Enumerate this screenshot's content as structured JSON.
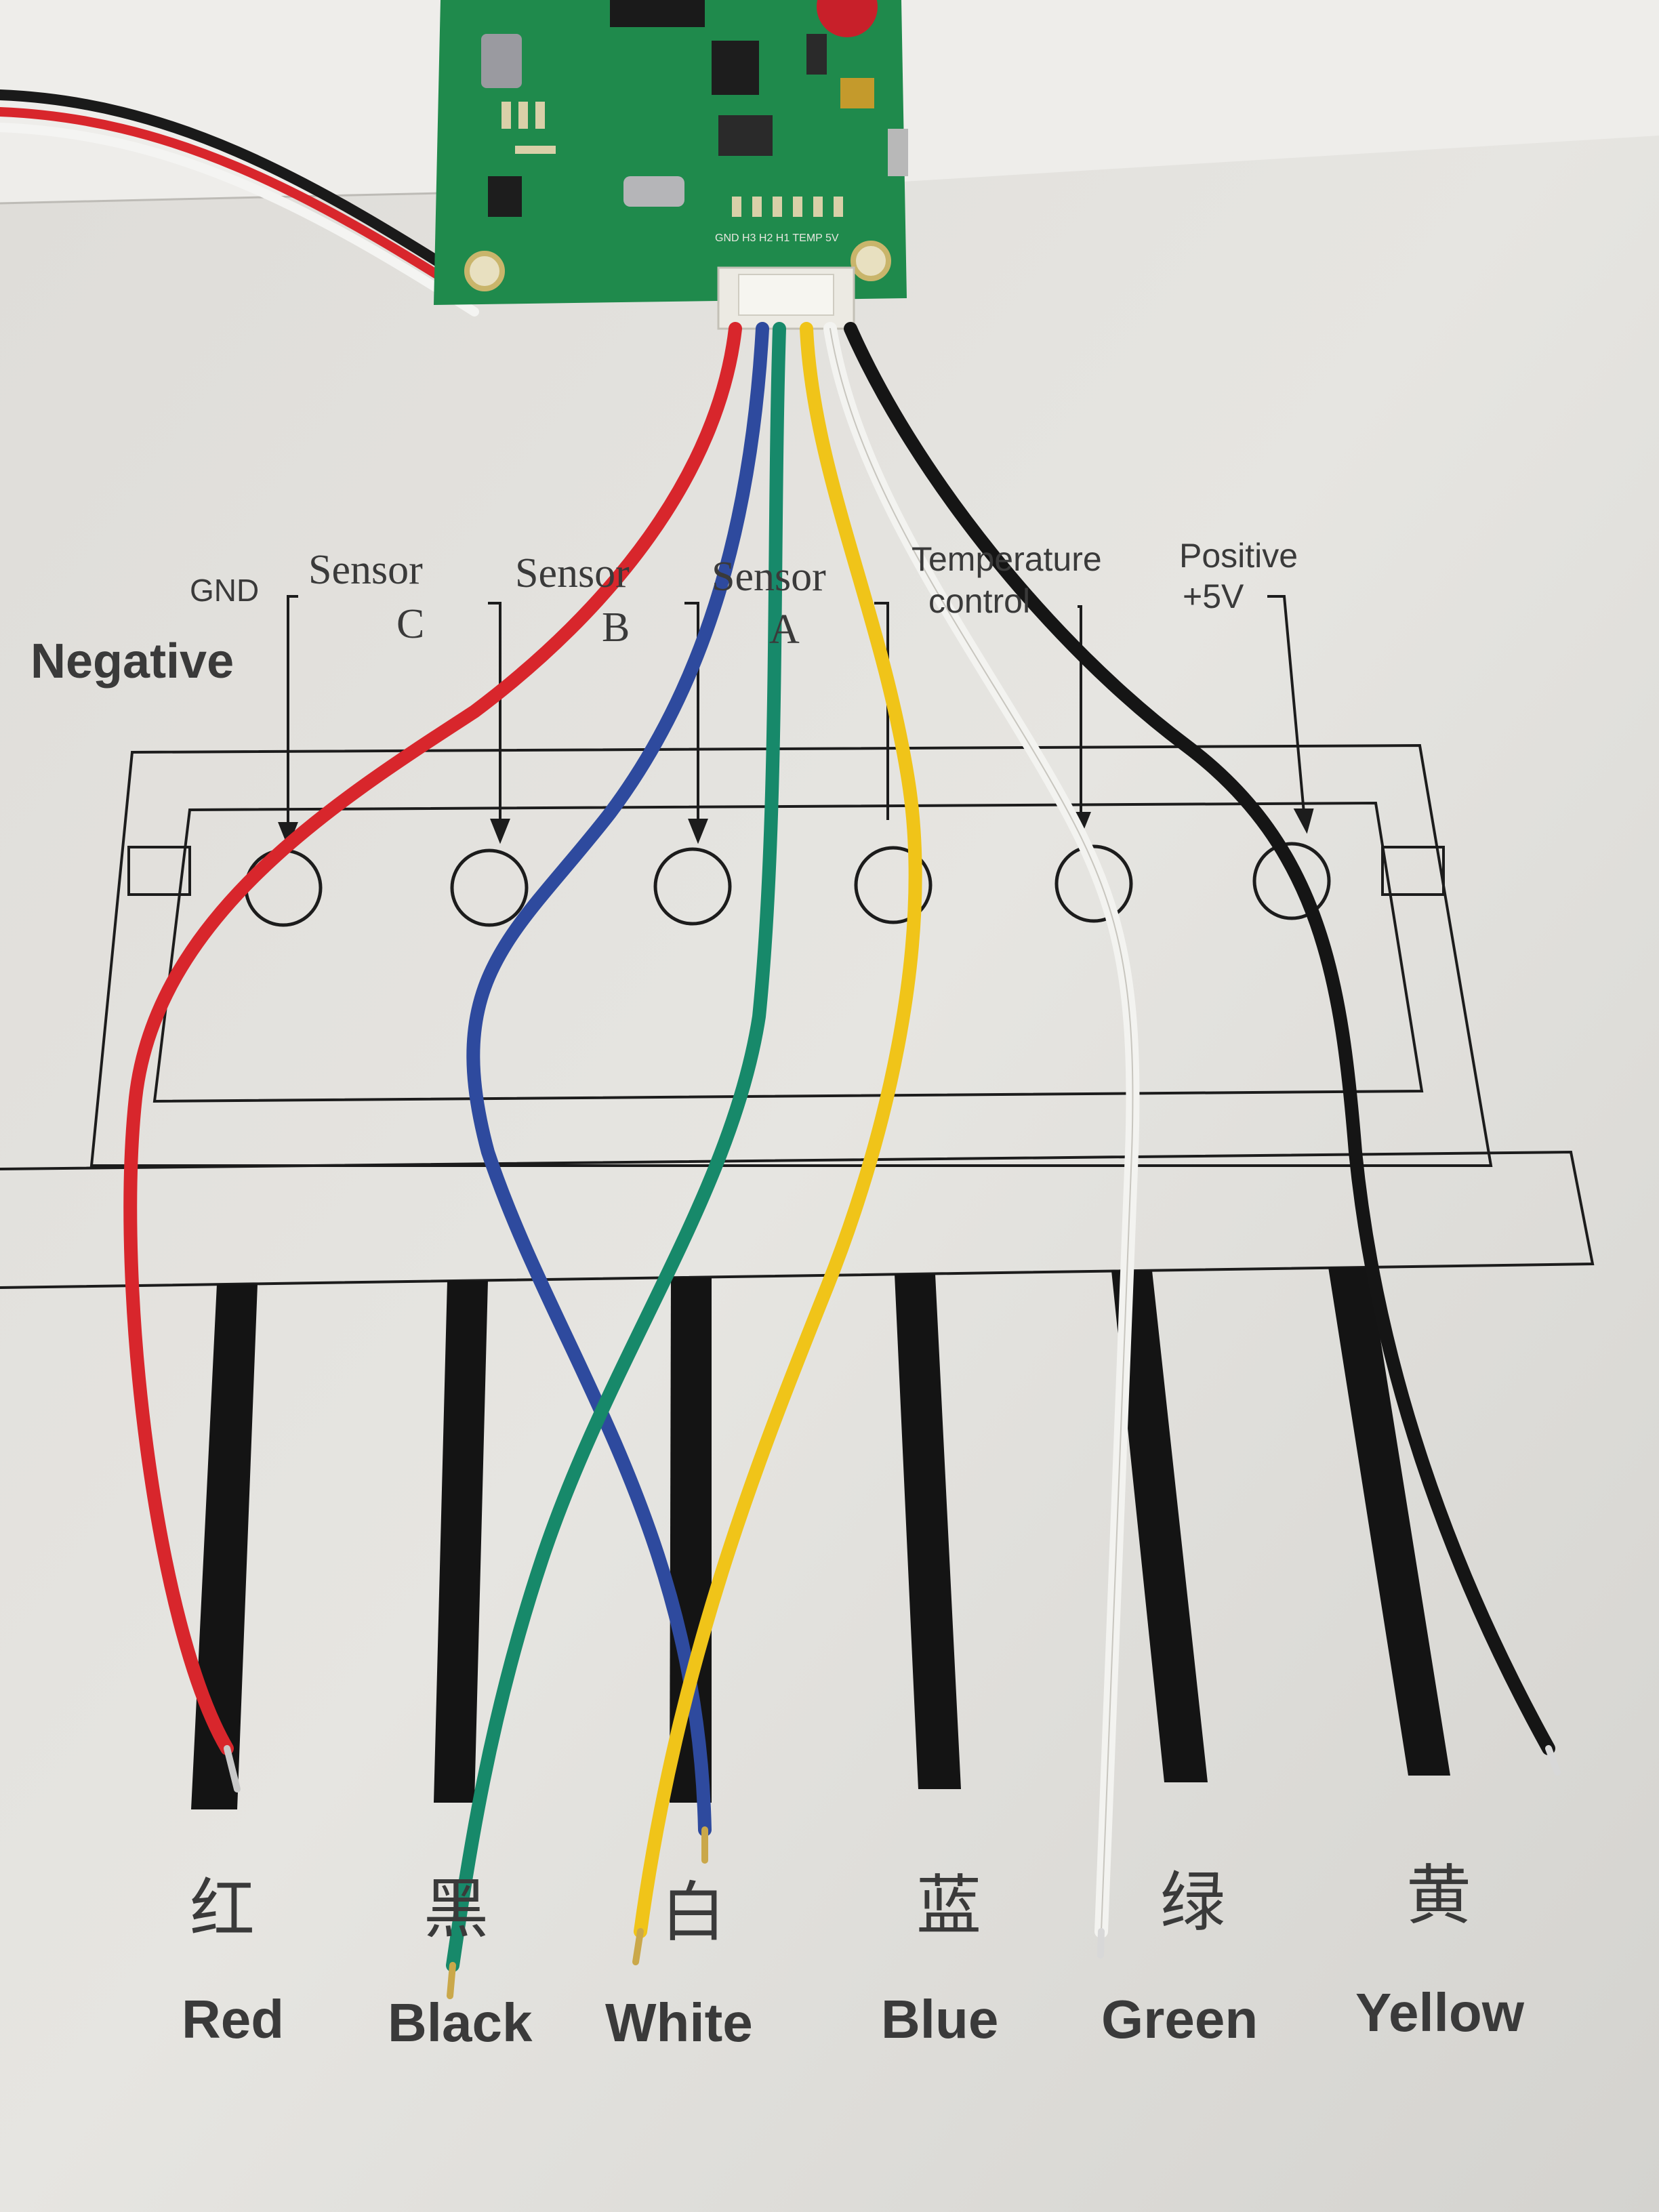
{
  "diagram": {
    "top_labels": {
      "gnd": "GND",
      "negative": "Negative",
      "sensor_c": "Sensor",
      "sensor_c_letter": "C",
      "sensor_b": "Sensor",
      "sensor_b_letter": "B",
      "sensor_a": "Sensor",
      "sensor_a_letter": "A",
      "temperature": "Temperature",
      "control": "control",
      "positive": "Positive",
      "plus5v": "+5V"
    },
    "pin_labels": [
      {
        "cn": "红",
        "en": "Red"
      },
      {
        "cn": "黑",
        "en": "Black"
      },
      {
        "cn": "白",
        "en": "White"
      },
      {
        "cn": "蓝",
        "en": "Blue"
      },
      {
        "cn": "绿",
        "en": "Green"
      },
      {
        "cn": "黄",
        "en": "Yellow"
      }
    ],
    "board_silkscreen": "GND H3 H2 H1 TEMP 5V"
  },
  "colors": {
    "paper": "#e9e8e4",
    "ink": "#1c1c1c",
    "pcb": "#1f8a4c",
    "wire_red": "#d8262c",
    "wire_blue": "#2e4a9e",
    "wire_green": "#17896a",
    "wire_yellow": "#f0c419",
    "wire_white": "#f3f3f0",
    "wire_black": "#151515"
  }
}
